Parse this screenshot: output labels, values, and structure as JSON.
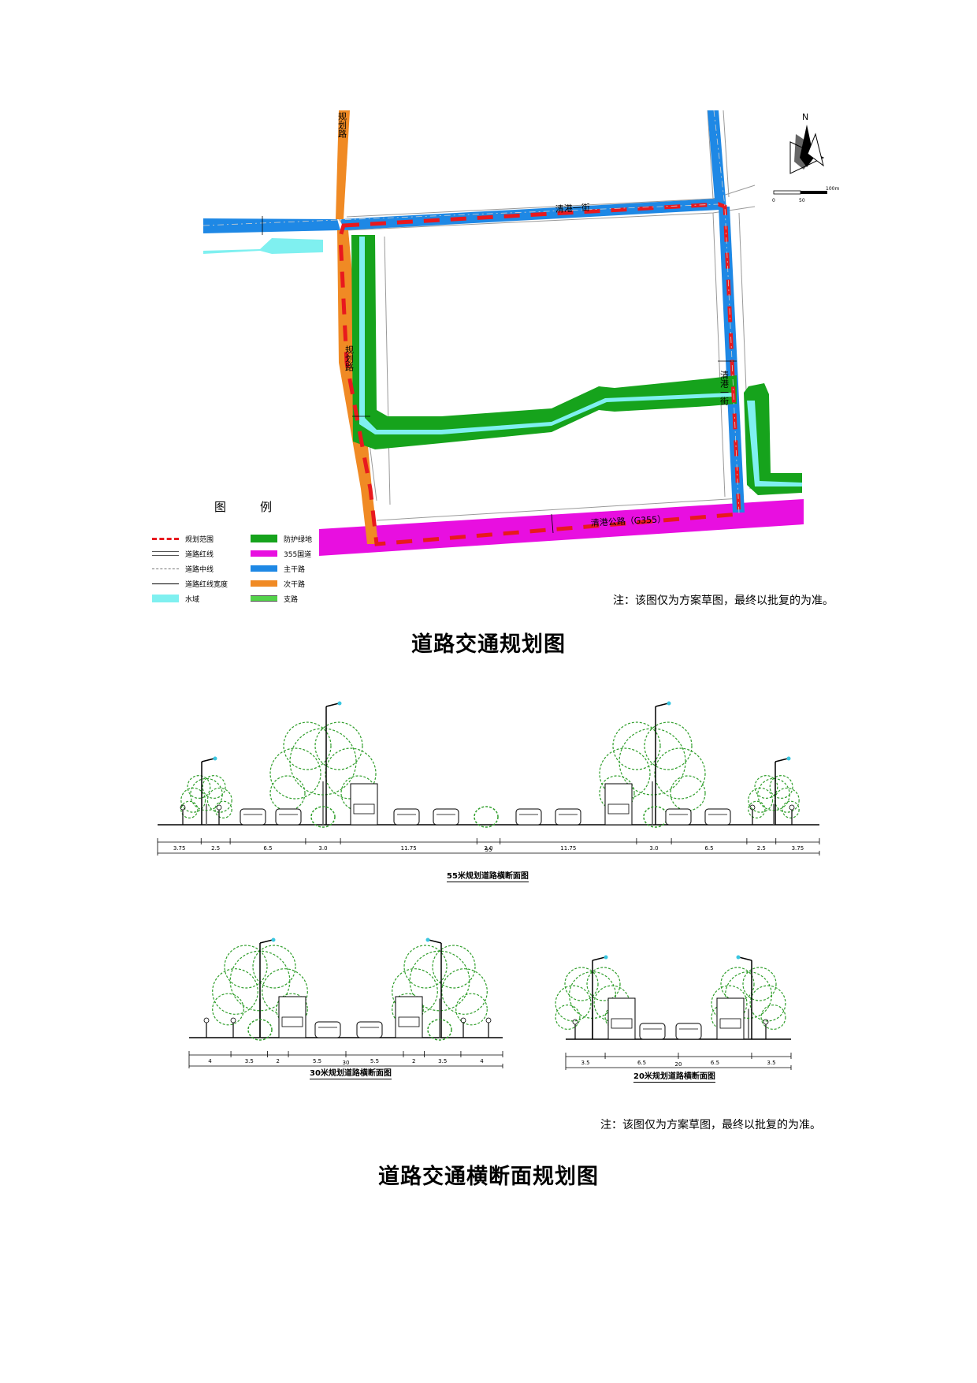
{
  "colors": {
    "main_road": "#1e88e5",
    "secondary_road": "#f08a24",
    "branch_road": "#53d34a",
    "protective_green": "#16a31c",
    "water": "#7ff0f0",
    "g355": "#e80fe0",
    "boundary": "#e8191e",
    "tree": "#2f9e2a"
  },
  "map": {
    "road_labels": {
      "north": "清港一街",
      "east": "清港一街",
      "west": "规划路",
      "west_north": "规划路",
      "south": "清港公路（G355）"
    },
    "compass_label": "N",
    "scale_labels": [
      "0",
      "50",
      "100m"
    ],
    "legend_title": [
      "图",
      "例"
    ],
    "legend_left": [
      {
        "label": "规划范围",
        "icon": "red-dash"
      },
      {
        "label": "道路红线",
        "icon": "double-line"
      },
      {
        "label": "道路中线",
        "icon": "center-line"
      },
      {
        "label": "道路红线宽度",
        "icon": "dimension"
      },
      {
        "label": "水域",
        "icon": "cyan-box"
      }
    ],
    "legend_right": [
      {
        "label": "防护绿地",
        "icon": "green-box"
      },
      {
        "label": "355国道",
        "icon": "magenta-bar"
      },
      {
        "label": "主干路",
        "icon": "blue-bar"
      },
      {
        "label": "次干路",
        "icon": "orange-bar"
      },
      {
        "label": "支路",
        "icon": "green-bar"
      }
    ],
    "note": "注：该图仅为方案草图，最终以批复的为准。",
    "title": "道路交通规划图"
  },
  "sections": {
    "s55": {
      "label": "55米规划道路横断面图",
      "segments": [
        "3.75",
        "2.5",
        "6.5",
        "3.0",
        "11.75",
        "2.0",
        "11.75",
        "3.0",
        "6.5",
        "2.5",
        "3.75"
      ],
      "total": "55"
    },
    "s30": {
      "label": "30米规划道路横断面图",
      "segments": [
        "4",
        "3.5",
        "2",
        "5.5",
        "5.5",
        "2",
        "3.5",
        "4"
      ],
      "total": "30"
    },
    "s20": {
      "label": "20米规划道路横断面图",
      "segments": [
        "3.5",
        "6.5",
        "6.5",
        "3.5"
      ],
      "total": "20"
    },
    "note": "注：该图仅为方案草图，最终以批复的为准。",
    "title": "道路交通横断面规划图"
  }
}
